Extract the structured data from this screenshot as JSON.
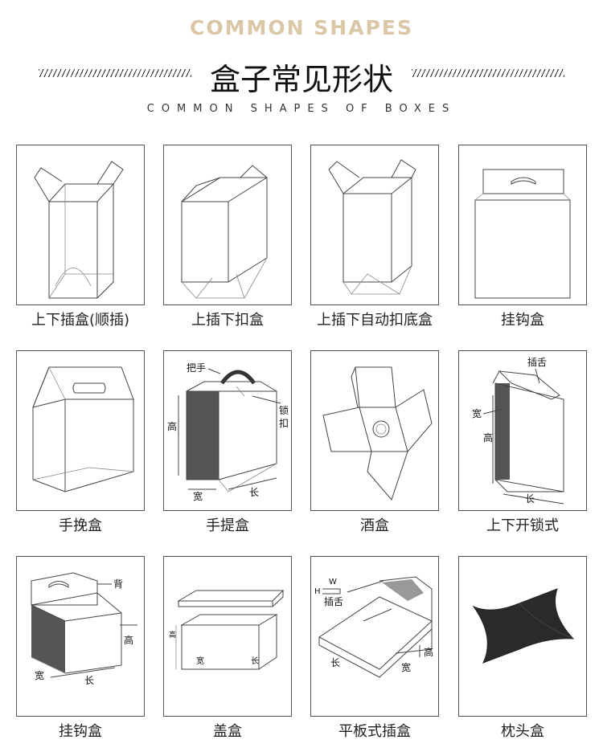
{
  "header": {
    "title_en": "COMMON SHAPES",
    "title_cn": "盒子常见形状",
    "subtitle_en": "COMMON SHAPES OF BOXES"
  },
  "colors": {
    "accent": "#d9c7a6",
    "line": "#444444",
    "dark_panel": "#555555"
  },
  "boxes": [
    {
      "label": "上下插盒(顺插)",
      "icon": "tuck-end-box-icon"
    },
    {
      "label": "上插下扣盒",
      "icon": "snap-lock-bottom-box-icon"
    },
    {
      "label": "上插下自动扣底盒",
      "icon": "auto-lock-bottom-box-icon"
    },
    {
      "label": "挂钩盒",
      "icon": "hanger-box-icon"
    },
    {
      "label": "手挽盒",
      "icon": "gable-handle-box-icon"
    },
    {
      "label": "手提盒",
      "icon": "carry-box-icon"
    },
    {
      "label": "酒盒",
      "icon": "wine-box-icon"
    },
    {
      "label": "上下开锁式",
      "icon": "lock-tab-box-icon"
    },
    {
      "label": "挂钩盒",
      "icon": "hang-tab-box-icon"
    },
    {
      "label": "盖盒",
      "icon": "lid-box-icon"
    },
    {
      "label": "平板式插盒",
      "icon": "flat-tuck-box-icon"
    },
    {
      "label": "枕头盒",
      "icon": "pillow-box-icon"
    }
  ],
  "annotations": {
    "handle": "把手",
    "lock": "锁扣",
    "lock_1": "锁",
    "lock_2": "扣",
    "height": "高",
    "width": "宽",
    "length": "长",
    "tongue": "插舌",
    "back": "背",
    "w": "W",
    "h": "H"
  }
}
